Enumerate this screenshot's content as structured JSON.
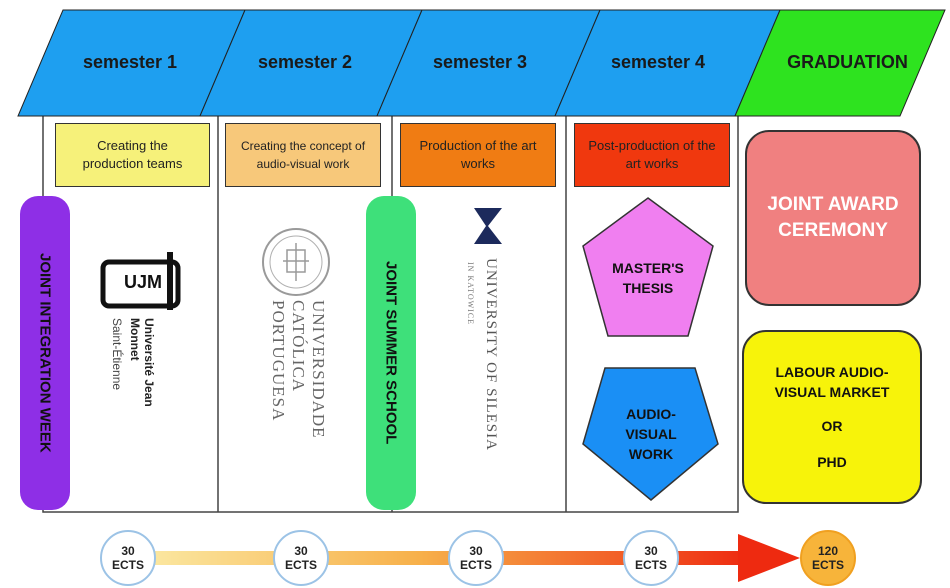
{
  "header": {
    "semesters": [
      "semester 1",
      "semester 2",
      "semester 3",
      "semester 4"
    ],
    "graduation": "GRADUATION"
  },
  "tasks": {
    "s1": "Creating the production teams",
    "s2": "Creating the concept of audio-visual work",
    "s3": "Production of the art works",
    "s4": "Post-production of the art works"
  },
  "events": {
    "integration_week": "JOINT INTEGRATION WEEK",
    "summer_school": "JOINT SUMMER SCHOOL"
  },
  "universities": {
    "ujm_logo": "UJM",
    "ujm_name": "Université Jean Monnet",
    "ujm_city": "Saint-Étienne",
    "ucp_name": "UNIVERSIDADE CATÓLICA PORTUGUESA",
    "silesia_name": "UNIVERSITY OF SILESIA",
    "silesia_city": "IN KATOWICE"
  },
  "semester4": {
    "thesis": "MASTER'S THESIS",
    "work": "AUDIO-VISUAL WORK"
  },
  "graduation_col": {
    "ceremony": "JOINT AWARD CEREMONY",
    "labour_line1": "LABOUR AUDIO-VISUAL MARKET",
    "or": "OR",
    "phd": "PHD"
  },
  "ects": [
    {
      "value": "30",
      "unit": "ECTS"
    },
    {
      "value": "30",
      "unit": "ECTS"
    },
    {
      "value": "30",
      "unit": "ECTS"
    },
    {
      "value": "30",
      "unit": "ECTS"
    },
    {
      "value": "120",
      "unit": "ECTS"
    }
  ],
  "colors": {
    "semester_blue": "#1e9ff0",
    "graduation_green": "#2ee31f",
    "task1": "#f6f17a",
    "task2": "#f7c87a",
    "task3": "#f07c13",
    "task4": "#f0380e",
    "integration": "#8e2fe6",
    "summer": "#3ee07a",
    "thesis": "#f07ff0",
    "work": "#1a8ff5",
    "ceremony": "#f08080",
    "labour": "#f7f30a"
  }
}
